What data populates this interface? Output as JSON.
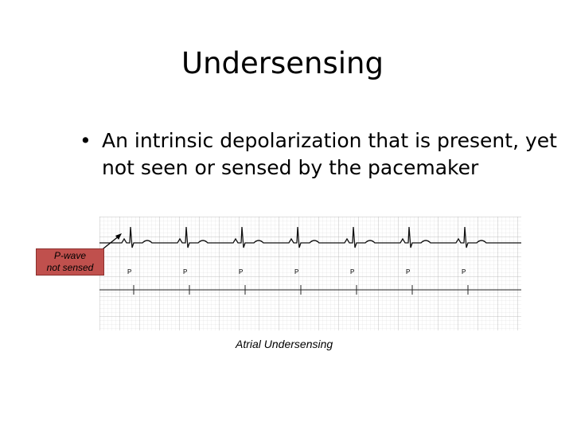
{
  "slide": {
    "title": "Undersensing",
    "bullets": [
      "An intrinsic depolarization that is present, yet not seen or sensed by the pacemaker"
    ],
    "bullet_glyph": "•"
  },
  "figure": {
    "callout_line1": "P-wave",
    "callout_line2": "not sensed",
    "callout_color": "#c0504d",
    "caption": "Atrial Undersensing",
    "ecg_marker_label": "P",
    "ecg_marker_count": 7
  }
}
